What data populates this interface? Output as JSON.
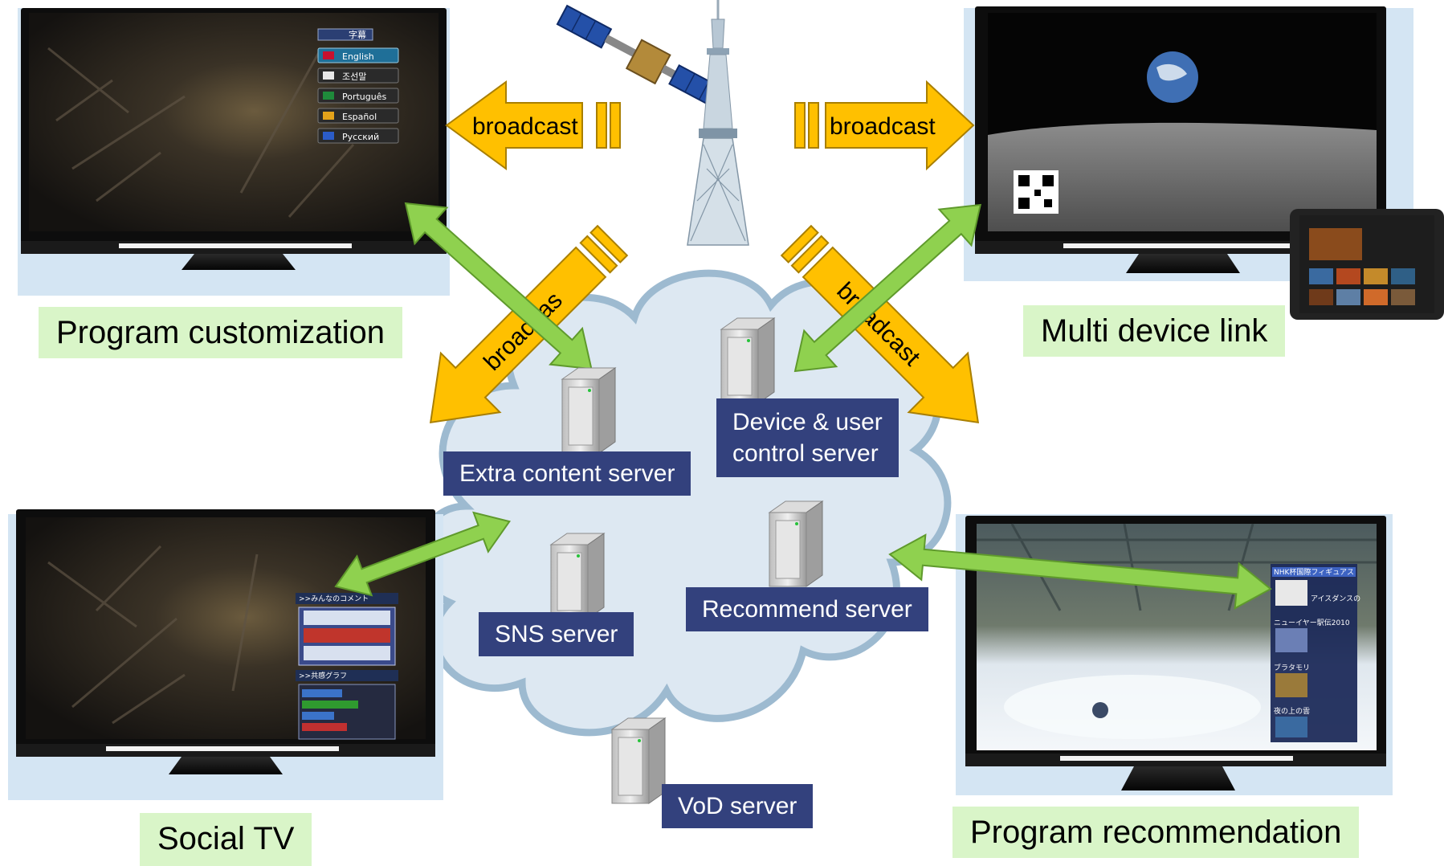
{
  "features": {
    "program_customization": "Program customization",
    "multi_device_link": "Multi device link",
    "social_tv": "Social TV",
    "program_recommendation": "Program recommendation"
  },
  "broadcast_label": "broadcast",
  "broadcast_label_cut": "broadcas",
  "servers": {
    "extra_content": "Extra content server",
    "device_user_line1": "Device & user",
    "device_user_line2": "control server",
    "sns": "SNS server",
    "recommend": "Recommend server",
    "vod": "VoD server"
  },
  "language_menu": {
    "header": "字幕",
    "items": [
      "English",
      "조선말",
      "Português",
      "Español",
      "Русский"
    ]
  },
  "social_overlay": {
    "comments_header": ">>みんなのコメント",
    "graph_header": ">>共感グラフ"
  },
  "recommend_overlay": {
    "title": "NHK杯国際フィギュアス",
    "items": [
      "アイスダンスの",
      "ニューイヤー駅伝2010",
      "ブラタモリ",
      "夜の上の雲"
    ]
  },
  "colors": {
    "broadcast_arrow": "#ffc000",
    "link_arrow": "#8fd14f",
    "cloud_fill": "#dde8f2",
    "cloud_stroke": "#9dbad0",
    "server_label": "#33417d",
    "feature_label": "#d9f5c8"
  }
}
